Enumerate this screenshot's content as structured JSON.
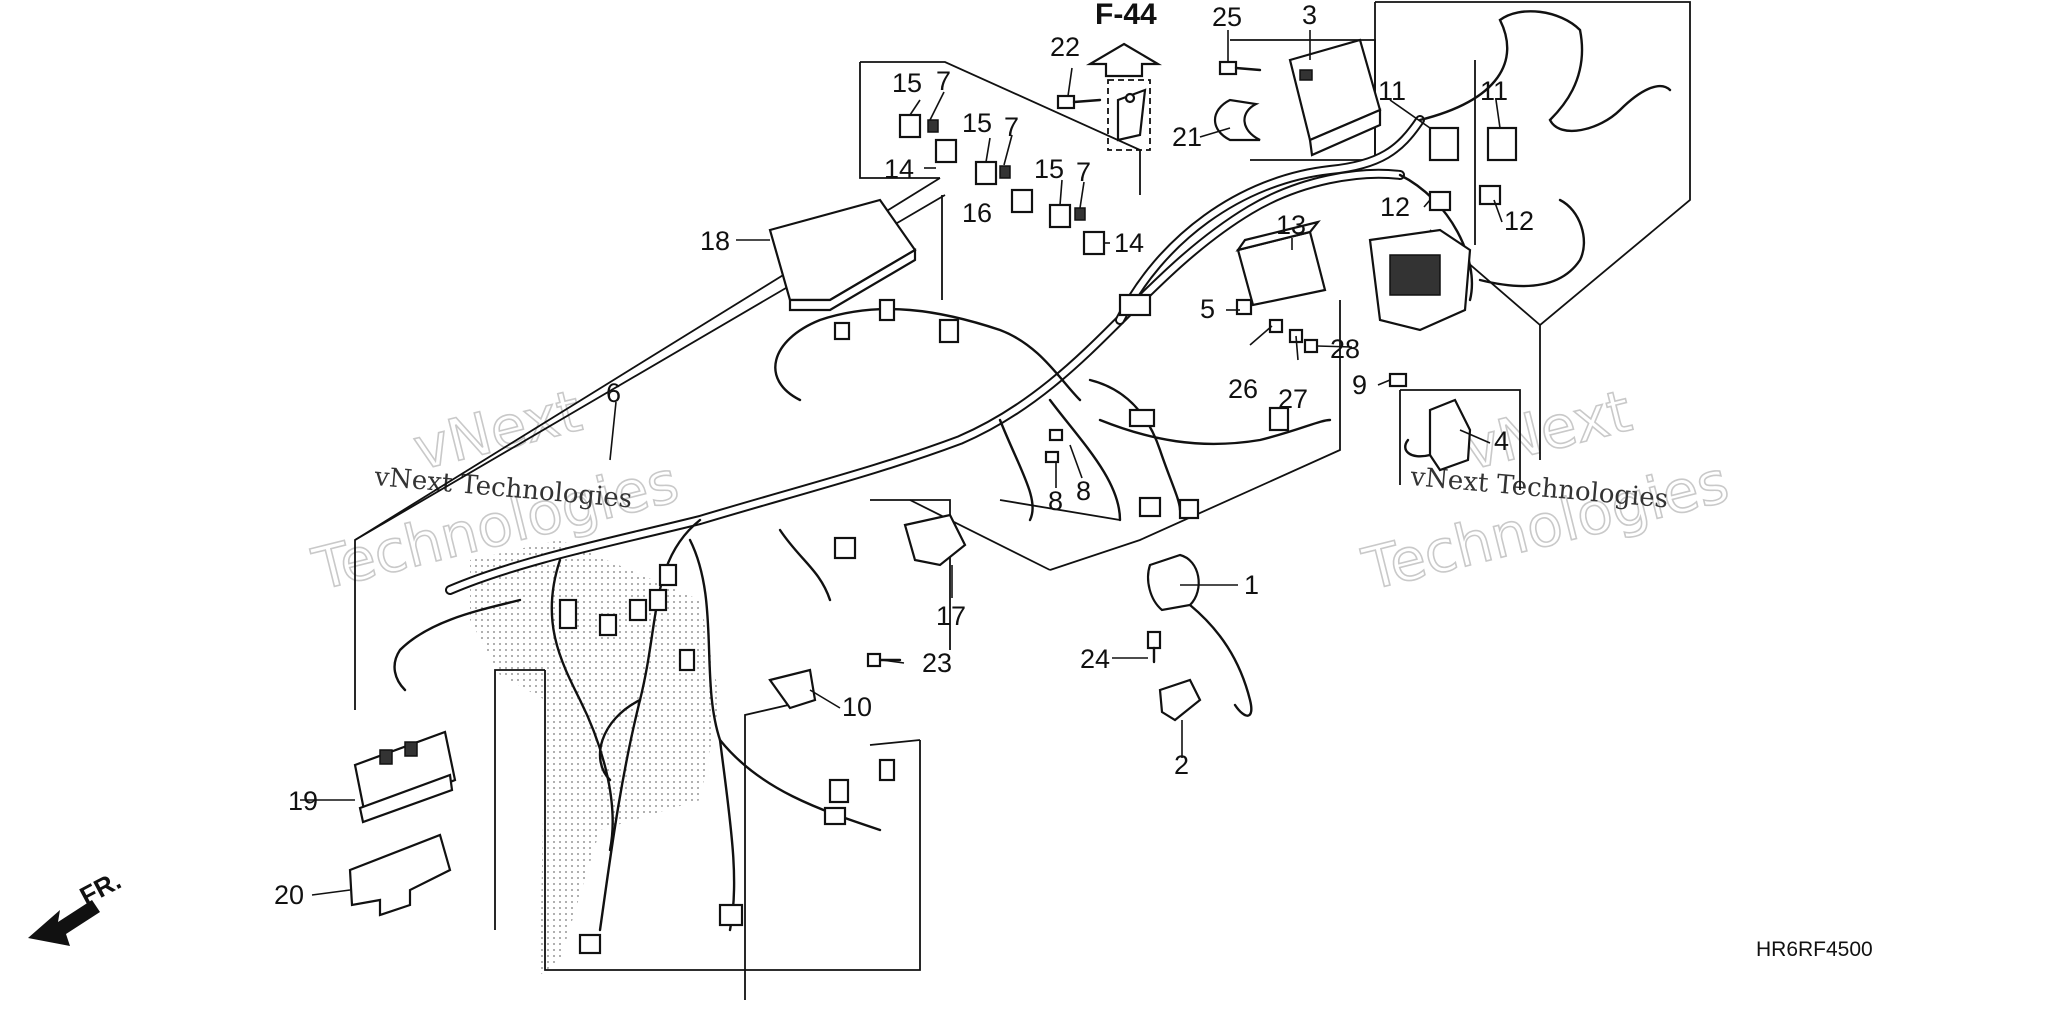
{
  "diagram": {
    "reference": "F-44",
    "direction_label": "FR.",
    "drawing_code": "HR6RF4500",
    "watermarks": [
      {
        "big": "vNext",
        "sub": "Technologies",
        "small": "vNext Technologies"
      },
      {
        "big": "vNext",
        "sub": "Technologies",
        "small": "vNext Technologies"
      }
    ],
    "callouts": {
      "c1": "1",
      "c2": "2",
      "c3": "3",
      "c4": "4",
      "c5": "5",
      "c6": "6",
      "c7a": "7",
      "c7b": "7",
      "c7c": "7",
      "c8a": "8",
      "c8b": "8",
      "c9": "9",
      "c10": "10",
      "c11a": "11",
      "c11b": "11",
      "c12a": "12",
      "c12b": "12",
      "c13": "13",
      "c14a": "14",
      "c14b": "14",
      "c15a": "15",
      "c15b": "15",
      "c15c": "15",
      "c16": "16",
      "c17": "17",
      "c18": "18",
      "c19": "19",
      "c20": "20",
      "c21": "21",
      "c22": "22",
      "c23": "23",
      "c24": "24",
      "c25": "25",
      "c26": "26",
      "c27": "27",
      "c28": "28"
    }
  }
}
